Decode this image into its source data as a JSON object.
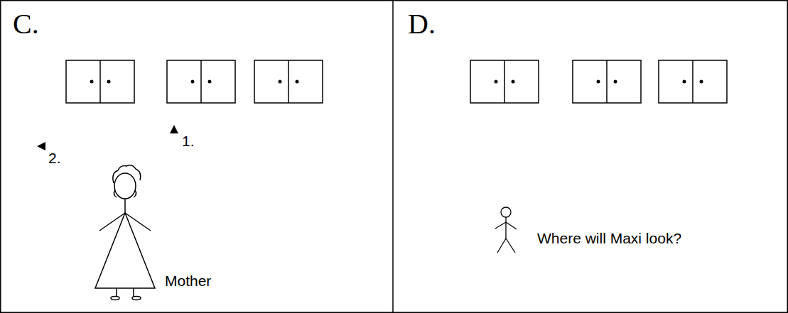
{
  "diagram": {
    "labels": [
      "C.",
      "1.",
      "2.",
      "Mother",
      "D.",
      "Where will Maxi look?"
    ]
  }
}
